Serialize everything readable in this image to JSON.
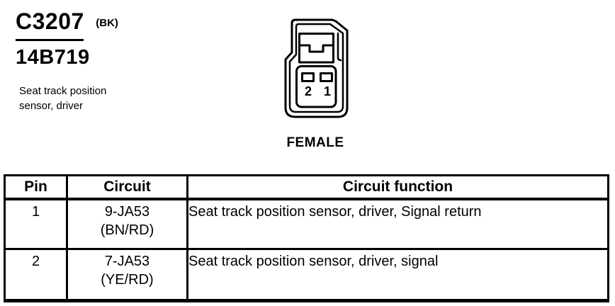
{
  "colors": {
    "ink": "#000000",
    "background": "#ffffff"
  },
  "header": {
    "connector_id": "C3207",
    "color_code": "(BK)",
    "part_number": "14B719",
    "description": [
      "Seat track position",
      "sensor, driver"
    ]
  },
  "connector": {
    "gender_label": "FEMALE",
    "pin_labels": [
      "2",
      "1"
    ]
  },
  "table": {
    "columns": [
      "Pin",
      "Circuit",
      "Circuit function"
    ],
    "rows": [
      {
        "pin": "1",
        "circuit": "9-JA53",
        "wire_color": "(BN/RD)",
        "function": "Seat track position sensor, driver, Signal return"
      },
      {
        "pin": "2",
        "circuit": "7-JA53",
        "wire_color": "(YE/RD)",
        "function": "Seat track position sensor, driver, signal"
      }
    ]
  }
}
